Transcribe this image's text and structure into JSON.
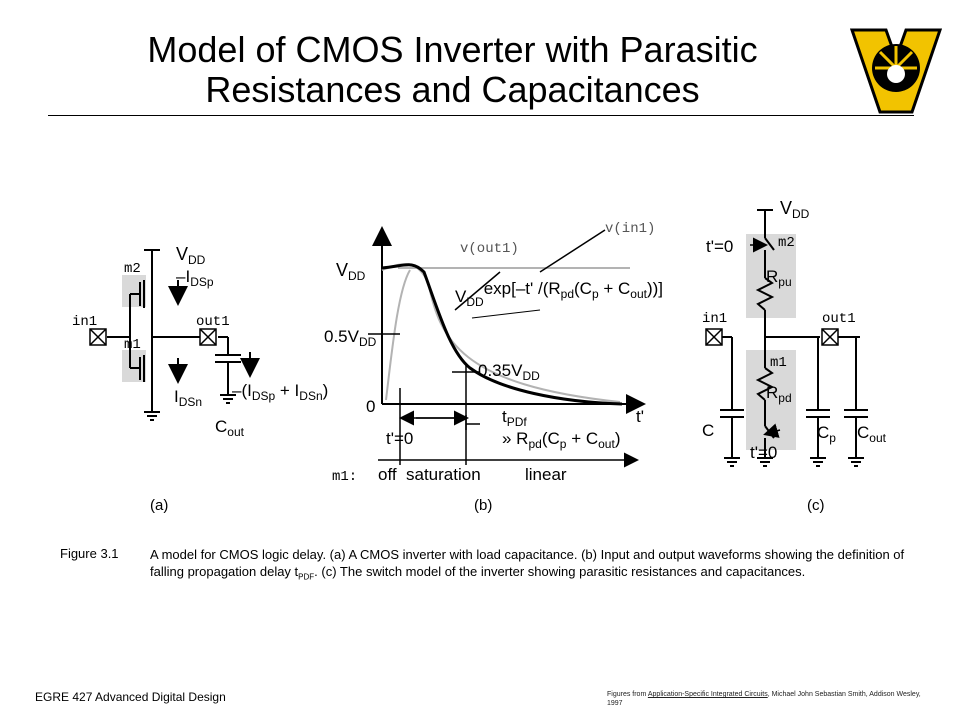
{
  "title": {
    "line1": "Model of CMOS Inverter with Parasitic",
    "line2": "Resistances and Capacitances"
  },
  "colors": {
    "logo_gold": "#f2c300",
    "highlight_gray": "#d9d9d9",
    "curve_gray": "#b3b3b3"
  },
  "figure": {
    "a": {
      "vdd": "V",
      "vdd_sub": "DD",
      "m2": "m2",
      "m1": "m1",
      "in1": "in1",
      "out1": "out1",
      "idsp_pre": "–I",
      "idsp_sub": "DSp",
      "idsn_pre": "I",
      "idsn_sub": "DSn",
      "sum_pre": "–(I",
      "sum_sub1": "DSp",
      "sum_mid": " + I",
      "sum_sub2": "DSn",
      "sum_post": ")",
      "cout": "C",
      "cout_sub": "out"
    },
    "b": {
      "vdd": "V",
      "vdd_sub": "DD",
      "half": "0.5V",
      "half_sub": "DD",
      "zero": "0",
      "vout1": "v(out1)",
      "vin1": "v(in1)",
      "exp1": "V",
      "exp1_sub": "DD",
      "exp2": "exp[–t' /(R",
      "exp2_sub": "pd",
      "exp3": "(C",
      "exp3_sub": "p",
      "exp4": " + C",
      "exp4_sub": "out",
      "exp5": "))]",
      "p35": "0.35V",
      "p35_sub": "DD",
      "tpdf": "t",
      "tpdf_sub": "PDf",
      "approx1": "» R",
      "approx1_sub": "pd",
      "approx2": "(C",
      "approx2_sub": "p",
      "approx3": " + C",
      "approx3_sub": "out",
      "approx4": ")",
      "tprime": "t'",
      "t0": "t'=0",
      "m1_label": "m1:",
      "off": "off",
      "sat": "saturation",
      "lin": "linear"
    },
    "c": {
      "vdd": "V",
      "vdd_sub": "DD",
      "t0_top": "t'=0",
      "m2": "m2",
      "rpu": "R",
      "rpu_sub": "pu",
      "in1": "in1",
      "out1": "out1",
      "m1": "m1",
      "rpd": "R",
      "rpd_sub": "pd",
      "c": "C",
      "cp": "C",
      "cp_sub": "p",
      "cout": "C",
      "cout_sub": "out",
      "t0_bot": "t'=0"
    },
    "sub_a": "(a)",
    "sub_b": "(b)",
    "sub_c": "(c)"
  },
  "caption": {
    "number": "Figure 3.1",
    "text_pre": "A model for CMOS logic delay. (a) A CMOS inverter with load capacitance. (b) Input and output waveforms showing the definition of falling propagation delay t",
    "text_sub": "PDF",
    "text_post": ". (c) The switch model of the inverter showing parasitic resistances and capacitances."
  },
  "footer": {
    "left": "EGRE 427 Advanced Digital Design",
    "right_pre": "Figures from ",
    "right_book": "Application-Specific  Integrated Circuits",
    "right_post": ", Michael John Sebastian Smith, Addison Wesley, 1997"
  }
}
